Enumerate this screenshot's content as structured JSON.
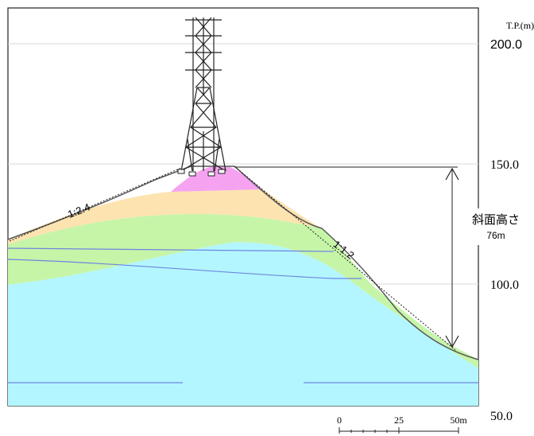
{
  "axis": {
    "unit_label": "T.P.(m)",
    "ticks": [
      {
        "value": 200,
        "label": "200.0"
      },
      {
        "value": 150,
        "label": "150.0"
      },
      {
        "value": 100,
        "label": "100.0"
      },
      {
        "value": 50,
        "label": "50.0"
      }
    ]
  },
  "slopes": {
    "left_ratio": "1:2.4",
    "right_ratio": "1:1.2"
  },
  "slope_height": {
    "title": "斜面高さ",
    "value": "76m"
  },
  "scale_bar": {
    "labels": [
      "0",
      "25",
      "50m"
    ]
  },
  "colors": {
    "water": "#b3f6ff",
    "green_layer": "#c6f5a8",
    "orange_layer": "#fde3b0",
    "pink_layer": "#f5a3f0",
    "water_line": "#6e86e0"
  }
}
